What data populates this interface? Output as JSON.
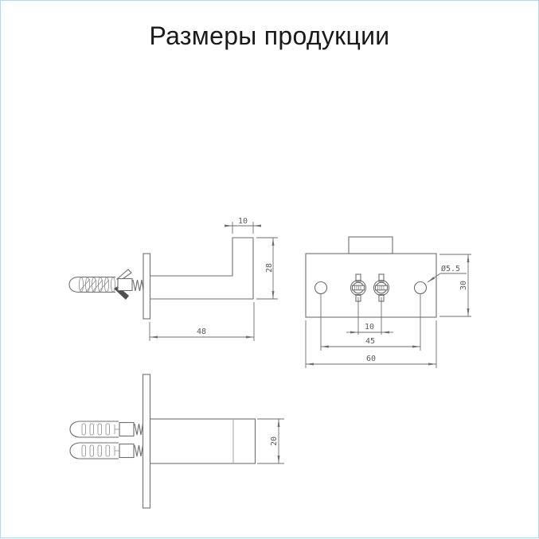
{
  "title": "Размеры продукции",
  "views": {
    "side": {
      "label": "side-view-of-hook",
      "width_top": "10",
      "height": "28",
      "length": "48"
    },
    "front": {
      "label": "front-view-of-wall-plate",
      "hole_dia": "Ø5.5",
      "height": "30",
      "screw_gap": "10",
      "hole_gap": "45",
      "width": "60"
    },
    "top": {
      "label": "top-view-of-hook",
      "depth": "20"
    }
  },
  "colors": {
    "background": "#ffffff",
    "frame": "#b9d7ea",
    "drawing_line": "#6e6e6e",
    "dimension_text": "#5a5a5a",
    "title_text": "#1a1a1a"
  }
}
